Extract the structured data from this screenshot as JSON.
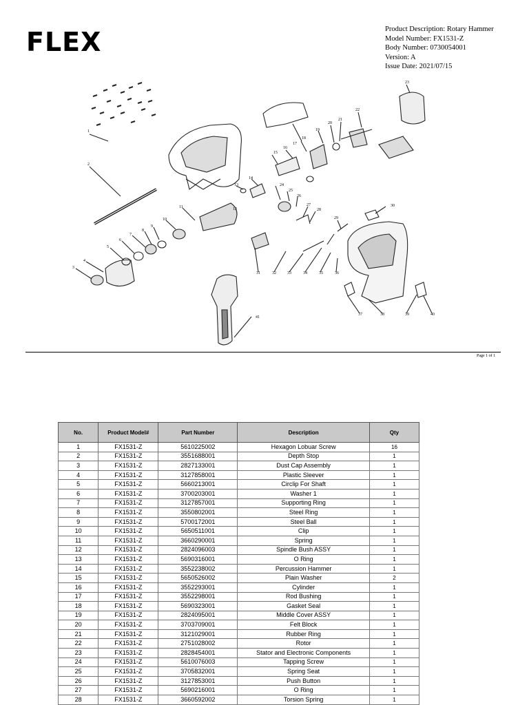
{
  "header": {
    "logo_text": "FLEX",
    "meta_lines": [
      "Product Description: Rotary Hammer",
      "Model Number: FX1531-Z",
      "Body Number: 0730054001",
      "Version: A",
      "Issue Date: 2021/07/15"
    ]
  },
  "diagram": {
    "callouts": [
      "1",
      "2",
      "3",
      "4",
      "5",
      "6",
      "7",
      "8",
      "9",
      "10",
      "11",
      "12",
      "13",
      "14",
      "15",
      "16",
      "17",
      "18",
      "19",
      "20",
      "21",
      "22",
      "23",
      "24",
      "25",
      "26",
      "27",
      "28",
      "29",
      "30",
      "31",
      "32",
      "33",
      "34",
      "35",
      "36",
      "37",
      "38",
      "39",
      "40",
      "41"
    ]
  },
  "footer": {
    "page_label": "Page 1 of 1"
  },
  "table": {
    "headers": [
      "No.",
      "Product Model#",
      "Part Number",
      "Description",
      "Qty"
    ],
    "rows": [
      [
        "1",
        "FX1531-Z",
        "5610225002",
        "Hexagon Lobuar Screw",
        "16"
      ],
      [
        "2",
        "FX1531-Z",
        "3551688001",
        "Depth Stop",
        "1"
      ],
      [
        "3",
        "FX1531-Z",
        "2827133001",
        "Dust Cap Assembly",
        "1"
      ],
      [
        "4",
        "FX1531-Z",
        "3127858001",
        "Plastic Sleever",
        "1"
      ],
      [
        "5",
        "FX1531-Z",
        "5660213001",
        "Circlip For Shaft",
        "1"
      ],
      [
        "6",
        "FX1531-Z",
        "3700203001",
        "Washer 1",
        "1"
      ],
      [
        "7",
        "FX1531-Z",
        "3127857001",
        "Supporting Ring",
        "1"
      ],
      [
        "8",
        "FX1531-Z",
        "3550802001",
        "Steel Ring",
        "1"
      ],
      [
        "9",
        "FX1531-Z",
        "5700172001",
        "Steel Ball",
        "1"
      ],
      [
        "10",
        "FX1531-Z",
        "5650511001",
        "Clip",
        "1"
      ],
      [
        "11",
        "FX1531-Z",
        "3660290001",
        "Spring",
        "1"
      ],
      [
        "12",
        "FX1531-Z",
        "2824096003",
        "Spindle Bush ASSY",
        "1"
      ],
      [
        "13",
        "FX1531-Z",
        "5690316001",
        "O Ring",
        "1"
      ],
      [
        "14",
        "FX1531-Z",
        "3552238002",
        "Percussion Hammer",
        "1"
      ],
      [
        "15",
        "FX1531-Z",
        "5650526002",
        "Plain Washer",
        "2"
      ],
      [
        "16",
        "FX1531-Z",
        "3552293001",
        "Cylinder",
        "1"
      ],
      [
        "17",
        "FX1531-Z",
        "3552298001",
        "Rod Bushing",
        "1"
      ],
      [
        "18",
        "FX1531-Z",
        "5690323001",
        "Gasket Seal",
        "1"
      ],
      [
        "19",
        "FX1531-Z",
        "2824095001",
        "Middle Cover ASSY",
        "1"
      ],
      [
        "20",
        "FX1531-Z",
        "3703709001",
        "Felt Block",
        "1"
      ],
      [
        "21",
        "FX1531-Z",
        "3121029001",
        "Rubber Ring",
        "1"
      ],
      [
        "22",
        "FX1531-Z",
        "2751028002",
        "Rotor",
        "1"
      ],
      [
        "23",
        "FX1531-Z",
        "2828454001",
        "Stator and Electronic Components",
        "1"
      ],
      [
        "24",
        "FX1531-Z",
        "5610076003",
        "Tapping Screw",
        "1"
      ],
      [
        "25",
        "FX1531-Z",
        "3705832001",
        "Spring Seat",
        "1"
      ],
      [
        "26",
        "FX1531-Z",
        "3127853001",
        "Push Button",
        "1"
      ],
      [
        "27",
        "FX1531-Z",
        "5690216001",
        "O Ring",
        "1"
      ],
      [
        "28",
        "FX1531-Z",
        "3660592002",
        "Torsion Spring",
        "1"
      ]
    ]
  }
}
